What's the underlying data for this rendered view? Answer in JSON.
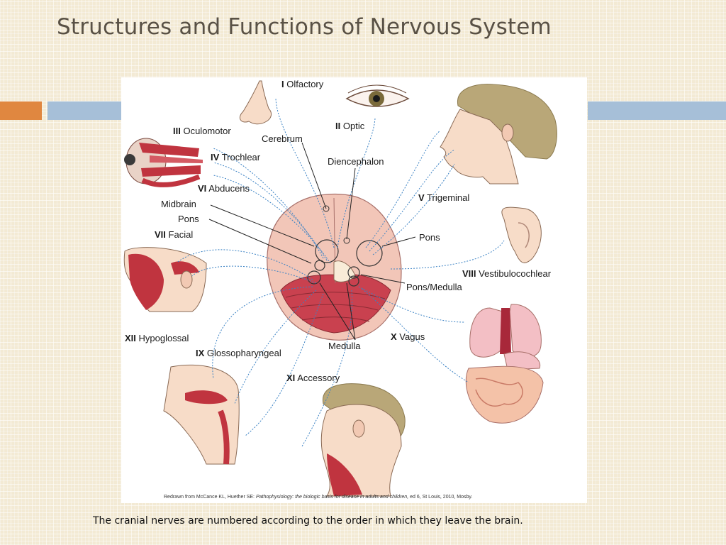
{
  "title": "Structures and Functions of Nervous System",
  "caption": "The cranial nerves are numbered according to the order in which they leave the brain.",
  "credit": {
    "prefix": "Redrawn from McCance KL, Huether SE: ",
    "italic": "Pathophysiology: the biologic basis for disease in adults and children,",
    "suffix": " ed 6, St Louis, 2010, Mosby."
  },
  "nerves": {
    "I_num": "I",
    "I_name": "Olfactory",
    "II_num": "II",
    "II_name": "Optic",
    "III_num": "III",
    "III_name": "Oculomotor",
    "IV_num": "IV",
    "IV_name": "Trochlear",
    "V_num": "V",
    "V_name": "Trigeminal",
    "VI_num": "VI",
    "VI_name": "Abducens",
    "VII_num": "VII",
    "VII_name": "Facial",
    "VIII_num": "VIII",
    "VIII_name": "Vestibulocochlear",
    "IX_num": "IX",
    "IX_name": "Glossopharyngeal",
    "X_num": "X",
    "X_name": "Vagus",
    "XI_num": "XI",
    "XI_name": "Accessory",
    "XII_num": "XII",
    "XII_name": "Hypoglossal"
  },
  "structures": {
    "cerebrum": "Cerebrum",
    "diencephalon": "Diencephalon",
    "midbrain": "Midbrain",
    "pons_left": "Pons",
    "pons_right": "Pons",
    "pons_medulla": "Pons/Medulla",
    "medulla": "Medulla"
  },
  "colors": {
    "accent_orange": "#e08740",
    "accent_blue": "#a6bfd8",
    "nerve_line": "#3b82c4",
    "brain_pink": "#f2c6b8",
    "cerebellum": "#c9414f",
    "muscle_red": "#c0343f",
    "hair": "#b9a778",
    "skin": "#f7dcc8"
  }
}
